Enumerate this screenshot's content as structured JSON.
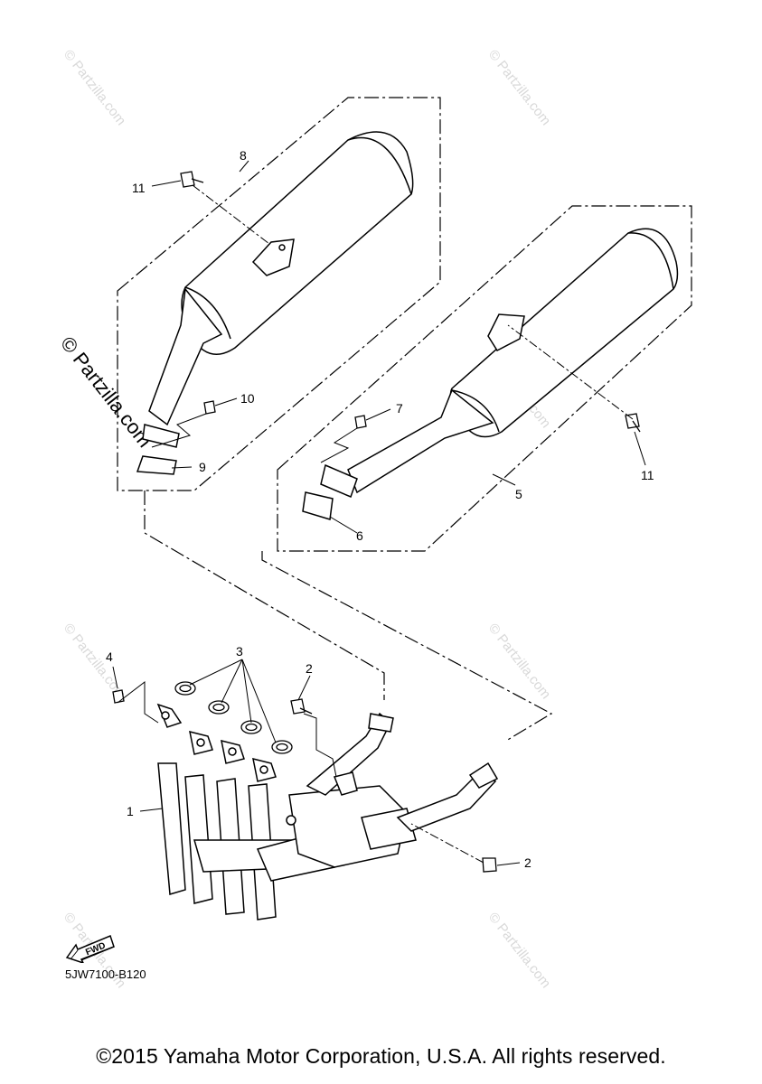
{
  "callouts": {
    "c1": "1",
    "c2a": "2",
    "c2b": "2",
    "c3": "3",
    "c4": "4",
    "c5": "5",
    "c6": "6",
    "c7": "7",
    "c8": "8",
    "c9": "9",
    "c10": "10",
    "c11a": "11",
    "c11b": "11"
  },
  "watermark": {
    "text": "© Partzilla.com",
    "prominent": "© Partzilla.com"
  },
  "fwd_label": "FWD",
  "diagram_code": "5JW7100-B120",
  "copyright": "©2015 Yamaha Motor Corporation, U.S.A. All rights reserved."
}
